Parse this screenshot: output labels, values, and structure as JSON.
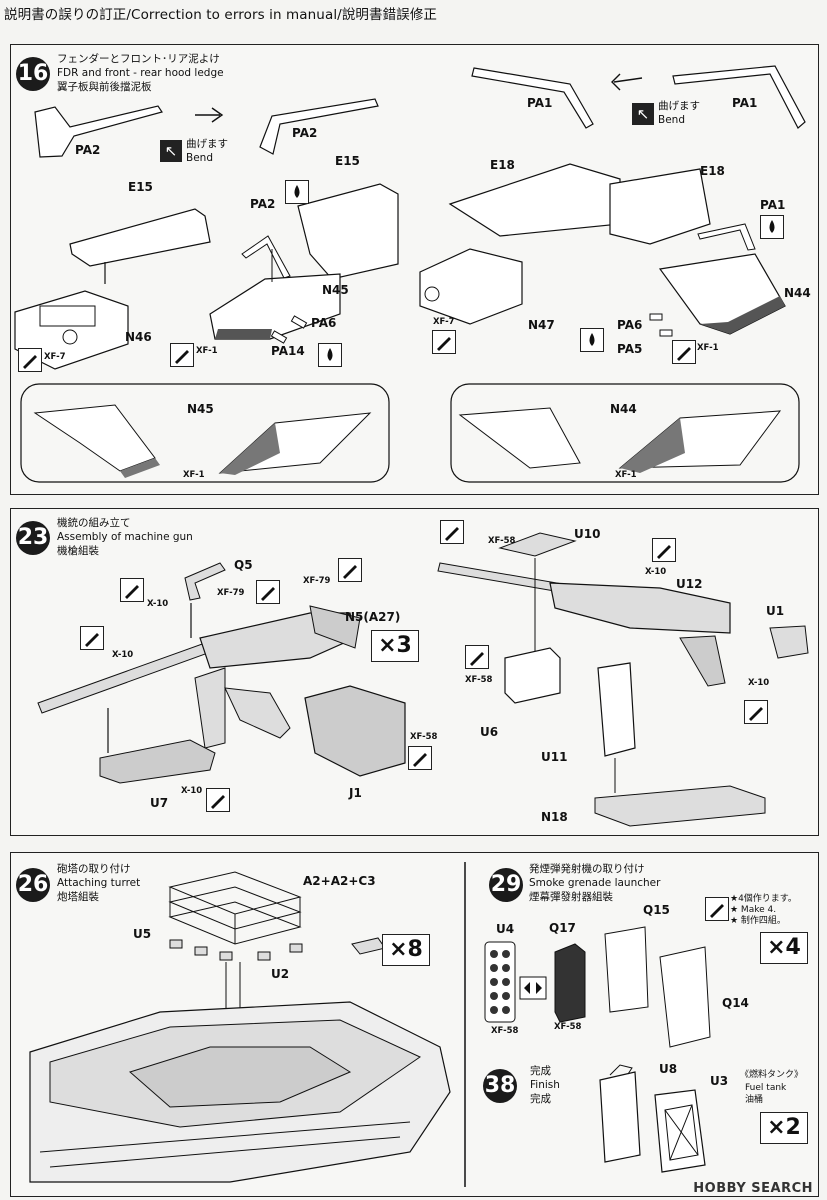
{
  "header": {
    "title": "説明書の誤りの訂正/Correction to errors in manual/說明書錯誤修正"
  },
  "step16": {
    "number": "16",
    "title_jp": "フェンダーとフロント･リア泥よけ",
    "title_en": "FDR and front - rear hood ledge",
    "title_cn": "翼子板與前後擋泥板",
    "labels": {
      "pa2": "PA2",
      "pa1": "PA1",
      "e15": "E15",
      "e18": "E18",
      "n45": "N45",
      "n46": "N46",
      "n47": "N47",
      "n44": "N44",
      "pa6": "PA6",
      "pa14": "PA14",
      "pa5": "PA5",
      "xf7": "XF-7",
      "xf1": "XF-1"
    },
    "bend": {
      "jp": "曲げます",
      "en": "Bend",
      "icon": "bend-arrow-icon"
    }
  },
  "step23": {
    "number": "23",
    "title_jp": "機銃の組み立て",
    "title_en": "Assembly of machine gun",
    "title_cn": "機槍組裝",
    "labels": {
      "q5": "Q5",
      "xf79": "XF-79",
      "x10": "X-10",
      "n5": "N5(A27)",
      "u7": "U7",
      "j1": "J1",
      "xf58": "XF-58",
      "u10": "U10",
      "u12": "U12",
      "u1": "U1",
      "u6": "U6",
      "u11": "U11",
      "n18": "N18"
    },
    "multiplier": "×3"
  },
  "step26": {
    "number": "26",
    "title_jp": "砲塔の取り付け",
    "title_en": "Attaching turret",
    "title_cn": "炮塔組裝",
    "labels": {
      "a2": "A2+A2+C3",
      "u5": "U5",
      "u2": "U2"
    },
    "multiplier": "×8"
  },
  "step29": {
    "number": "29",
    "title_jp": "発煙弾発射機の取り付け",
    "title_en": "Smoke grenade launcher",
    "title_cn": "煙幕彈發射器組裝",
    "labels": {
      "u4": "U4",
      "q17": "Q17",
      "q15": "Q15",
      "q14": "Q14",
      "xf58": "XF-58"
    },
    "note_jp": "★4個作ります。",
    "note_en": "★ Make 4.",
    "note_cn": "★ 制作四組。",
    "multiplier": "×4"
  },
  "step38": {
    "number": "38",
    "title_jp": "完成",
    "title_en": "Finish",
    "title_cn": "完成",
    "labels": {
      "u8": "U8",
      "u3": "U3"
    },
    "fuel_jp": "《燃料タンク》",
    "fuel_en": "Fuel tank",
    "fuel_cn": "油桶",
    "multiplier": "×2"
  },
  "watermark": "HOBBY SEARCH",
  "colors": {
    "ink": "#111111",
    "panel_border": "#222222",
    "shade": "#555555"
  }
}
